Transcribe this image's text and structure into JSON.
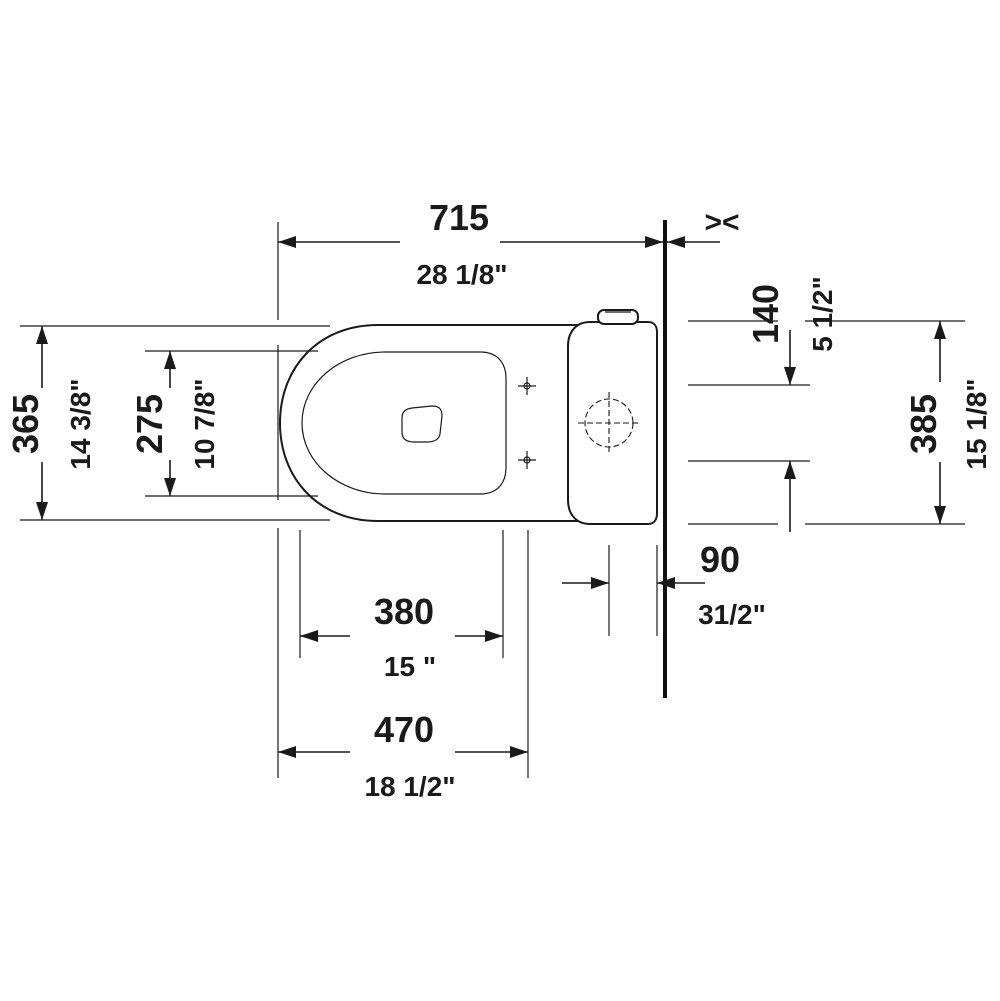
{
  "dimensions": {
    "overall_length": {
      "mm": "715",
      "inch": "28 1/8\""
    },
    "overall_width": {
      "mm": "365",
      "inch": "14 3/8\""
    },
    "seat_width": {
      "mm": "275",
      "inch": "10 7/8\""
    },
    "tank_offset": {
      "mm": "140",
      "inch": "5 1/2\""
    },
    "outlet_center": {
      "mm": "385",
      "inch": "15 1/8\""
    },
    "wall_gap": {
      "mm": "90",
      "inch": "31/2\""
    },
    "bowl_depth": {
      "mm": "380",
      "inch": "15 \""
    },
    "bowl_length": {
      "mm": "470",
      "inch": "18 1/2\""
    }
  },
  "wall_symbol": "><",
  "colors": {
    "line": "#1a1a1a",
    "background": "#ffffff"
  }
}
